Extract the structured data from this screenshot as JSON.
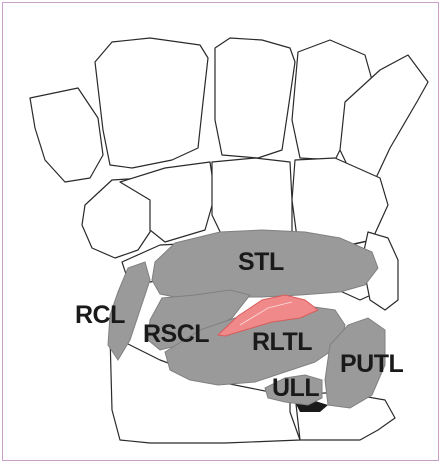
{
  "labels": {
    "stl": "STL",
    "rcl": "RCL",
    "rscl": "RSCL",
    "rltl": "RLTL",
    "putl": "PUTL",
    "ull": "ULL"
  },
  "colors": {
    "ligament": "#9a9a9a",
    "highlight": "#f08a8a",
    "outline": "#2a2a2a",
    "frame": "#c9a0c9"
  }
}
